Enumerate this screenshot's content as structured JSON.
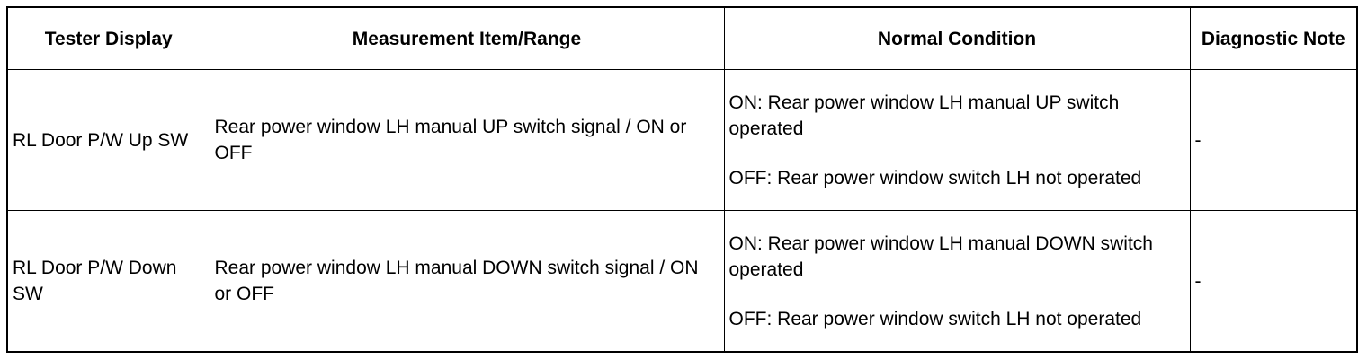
{
  "table": {
    "headers": [
      "Tester Display",
      "Measurement Item/Range",
      "Normal Condition",
      "Diagnostic Note"
    ],
    "rows": [
      {
        "tester_display": "RL Door P/W Up SW",
        "measurement": "Rear power window LH manual UP switch signal / ON or OFF",
        "normal_on": "ON: Rear power window LH manual UP switch operated",
        "normal_off": "OFF: Rear power window switch LH not operated",
        "note": "-"
      },
      {
        "tester_display": "RL Door P/W Down SW",
        "measurement": "Rear power window LH manual DOWN switch signal / ON or OFF",
        "normal_on": "ON: Rear power window LH manual DOWN switch operated",
        "normal_off": "OFF: Rear power window switch LH not operated",
        "note": "-"
      }
    ]
  }
}
